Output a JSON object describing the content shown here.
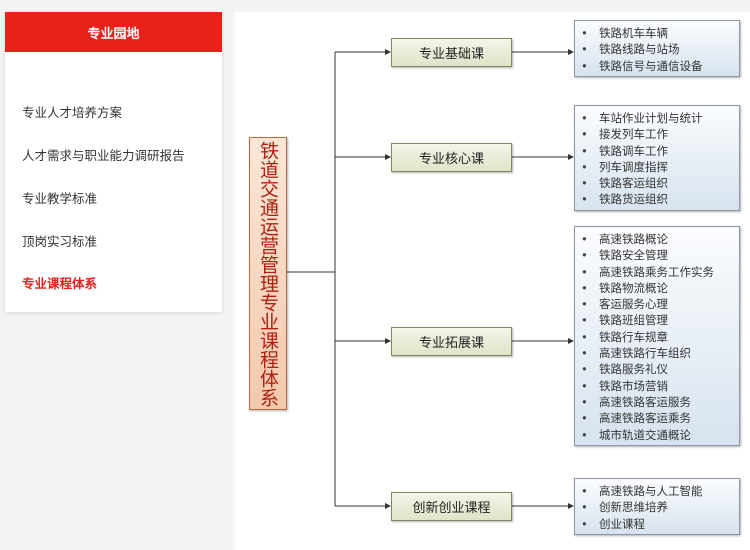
{
  "sidebar": {
    "title": "专业园地",
    "items": [
      {
        "label": "专业人才培养方案",
        "active": false
      },
      {
        "label": "人才需求与职业能力调研报告",
        "active": false
      },
      {
        "label": "专业教学标准",
        "active": false
      },
      {
        "label": "顶岗实习标准",
        "active": false
      },
      {
        "label": "专业课程体系",
        "active": true
      }
    ]
  },
  "diagram": {
    "root": "铁道交通运营管理专业课程体系",
    "categories": [
      {
        "label": "专业基础课",
        "courses": [
          "铁路机车车辆",
          "铁路线路与站场",
          "铁路信号与通信设备"
        ]
      },
      {
        "label": "专业核心课",
        "courses": [
          "车站作业计划与统计",
          "接发列车工作",
          "铁路调车工作",
          "列车调度指挥",
          "铁路客运组织",
          "铁路货运组织"
        ]
      },
      {
        "label": "专业拓展课",
        "courses": [
          "高速铁路概论",
          "铁路安全管理",
          "高速铁路乘务工作实务",
          "铁路物流概论",
          "客运服务心理",
          "铁路班组管理",
          "铁路行车规章",
          "高速铁路行车组织",
          "铁路服务礼仪",
          "铁路市场营销",
          "高速铁路客运服务",
          "高速铁路客运乘务",
          "城市轨道交通概论"
        ]
      },
      {
        "label": "创新创业课程",
        "courses": [
          "高速铁路与人工智能",
          "创新思维培养",
          "创业课程"
        ]
      }
    ]
  }
}
